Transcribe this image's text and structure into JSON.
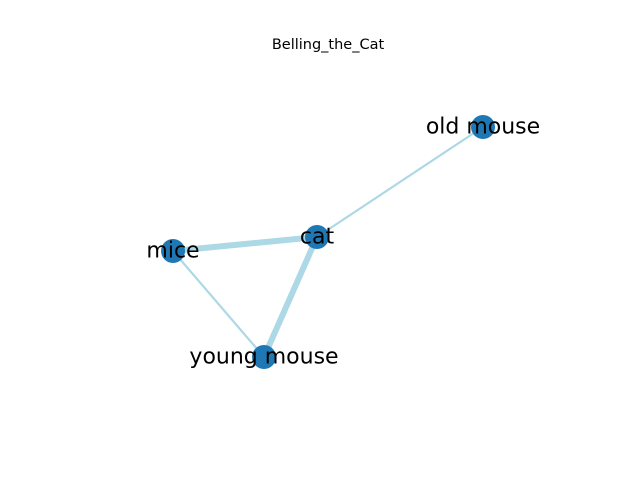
{
  "figure": {
    "title": "Belling_the_Cat"
  },
  "colors": {
    "node": "#1f77b4",
    "edge": "#add8e6",
    "label": "#000000"
  },
  "graph": {
    "nodes": [
      {
        "id": "old_mouse",
        "label": "old mouse"
      },
      {
        "id": "cat",
        "label": "cat"
      },
      {
        "id": "mice",
        "label": "mice"
      },
      {
        "id": "young_mouse",
        "label": "young mouse"
      }
    ],
    "edges": [
      {
        "source": "cat",
        "target": "old_mouse",
        "weight": 1
      },
      {
        "source": "mice",
        "target": "cat",
        "weight": 3
      },
      {
        "source": "cat",
        "target": "young_mouse",
        "weight": 3
      },
      {
        "source": "mice",
        "target": "young_mouse",
        "weight": 1
      }
    ]
  }
}
